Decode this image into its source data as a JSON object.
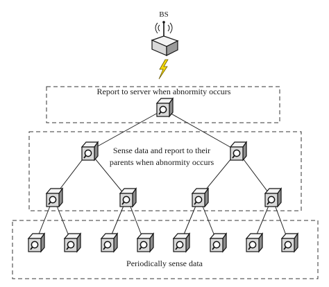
{
  "diagram": {
    "base_station": {
      "label": "BS"
    },
    "tiers": [
      {
        "label": "Report to server when abnormity occurs"
      },
      {
        "label_line1": "Sense data and report to their",
        "label_line2": "parents when abnormity occurs"
      },
      {
        "label": "Periodically sense data"
      }
    ],
    "link_color": "#f5d90a",
    "node_face": "#d9d9d9"
  }
}
